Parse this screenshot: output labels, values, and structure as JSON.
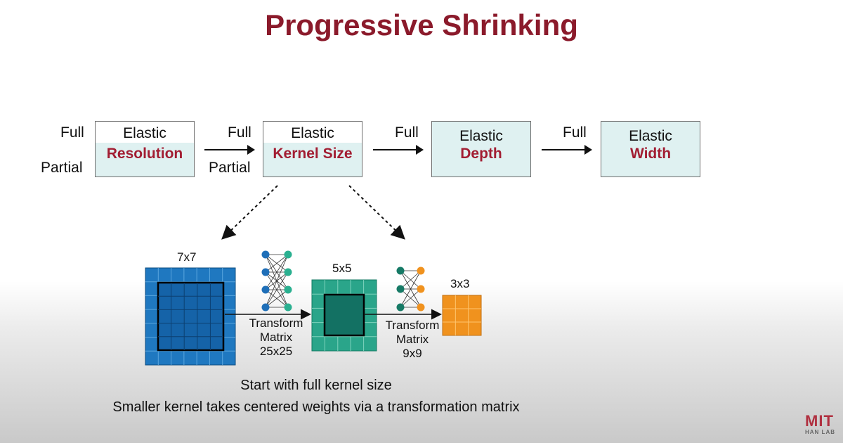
{
  "title": "Progressive Shrinking",
  "stages": [
    {
      "top": "Elastic",
      "bottom": "Resolution"
    },
    {
      "top": "Elastic",
      "bottom": "Kernel Size"
    },
    {
      "top": "Elastic",
      "bottom": "Depth"
    },
    {
      "top": "Elastic",
      "bottom": "Width"
    }
  ],
  "labels": {
    "full": "Full",
    "partial": "Partial"
  },
  "kernels": {
    "k7": "7x7",
    "k5": "5x5",
    "k3": "3x3"
  },
  "transforms": [
    {
      "line1": "Transform",
      "line2": "Matrix",
      "line3": "25x25"
    },
    {
      "line1": "Transform",
      "line2": "Matrix",
      "line3": "9x9"
    }
  ],
  "footer": {
    "line1": "Start with full kernel size",
    "line2": "Smaller kernel takes centered weights via a transformation matrix"
  },
  "logo": {
    "mark": "MIT",
    "lab": "HAN LAB"
  },
  "colors": {
    "title": "#8b1a2b",
    "accent_text": "#a21d32",
    "stage_fill": "#dff1f1",
    "kernel7": "#1f78c0",
    "kernel5": "#2aa58a",
    "kernel3": "#f0921e"
  }
}
